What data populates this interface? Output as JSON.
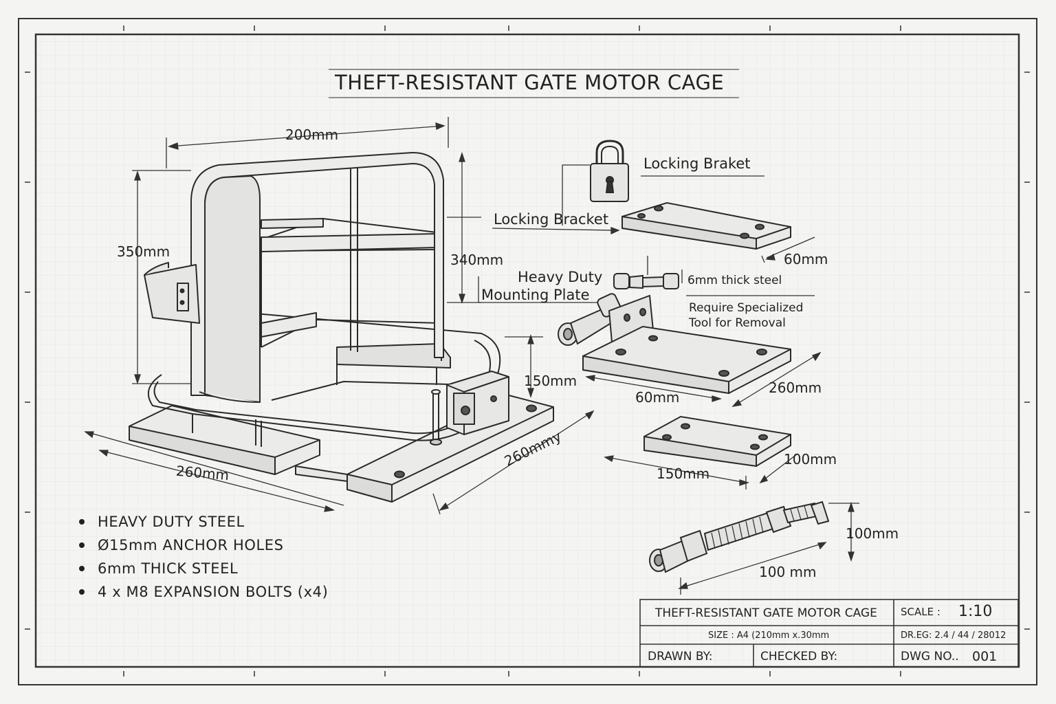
{
  "drawing": {
    "title": "THEFT-RESISTANT GATE MOTOR CAGE"
  },
  "dimensions": {
    "top_width": "200mm",
    "height_left": "350mm",
    "height_inner": "340mm",
    "base_plate_height": "150mm",
    "base_left": "260mm",
    "base_right": "260mmy",
    "bracket_depth": "60mm",
    "plate_depth": "60mm",
    "plate_width": "260mm",
    "small_plate_width": "150mm",
    "small_plate_depth": "100mm",
    "bolt_length": "100 mm",
    "bolt_height": "100mm"
  },
  "callouts": {
    "locking_braket": "Locking Braket",
    "locking_bracket": "Locking Bracket",
    "mounting_plate_line1": "Heavy Duty",
    "mounting_plate_line2": "Mounting Plate",
    "thick_steel": "6mm thick steel",
    "specialized_line1": "Require Specialized",
    "specialized_line2": "Tool for Removal"
  },
  "specs": [
    "HEAVY DUTY STEEL",
    "Ø15mm ANCHOR HOLES",
    "6mm THICK STEEL",
    "4 x M8 EXPANSION BOLTS (x4)"
  ],
  "title_block": {
    "title": "THEFT-RESISTANT GATE MOTOR CAGE",
    "scale_label": "SCALE :",
    "scale_value": "1:10",
    "size": "SIZE : A4 (210mm x.30mm",
    "dreg": "DR.EG: 2.4 / 44 / 28012",
    "drawn_by": "DRAWN BY:",
    "checked_by": "CHECKED BY:",
    "dwg_label": "DWG NO..",
    "dwg_value": "001"
  },
  "icons": {
    "padlock": "padlock-icon"
  },
  "colors": {
    "paper": "#f4f4f2",
    "ink": "#222222",
    "grid": "#dcdcda"
  }
}
